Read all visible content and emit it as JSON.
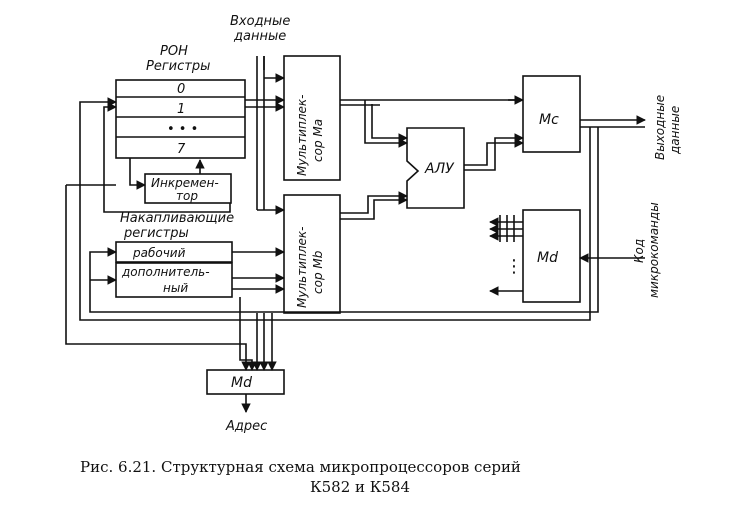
{
  "diagram": {
    "labels": {
      "input_data": [
        "Входные",
        "данные"
      ],
      "ron": [
        "РОН",
        "Регистры"
      ],
      "reg_rows": [
        "0",
        "1",
        "• • •",
        "7"
      ],
      "incrementer": [
        "Инкремен-",
        "тор"
      ],
      "accum": [
        "Накапливающие",
        "регистры"
      ],
      "work": "рабочий",
      "extra": [
        "дополнитель-",
        "ный"
      ],
      "mux_a": [
        "Мультиплек-",
        "сор Ma"
      ],
      "mux_b": [
        "Мультиплек-",
        "сор Mb"
      ],
      "alu": "АЛУ",
      "mc": "Mc",
      "md_right": "Md",
      "md_bottom": "Md",
      "output_data": [
        "Выходные",
        "данные"
      ],
      "microcode": [
        "Код",
        "микрокоманды"
      ],
      "address": "Адрес"
    },
    "caption": {
      "line1": "Рис. 6.21. Структурная   схема   микропроцессоров   серий",
      "line2": "К582 и К584"
    }
  }
}
